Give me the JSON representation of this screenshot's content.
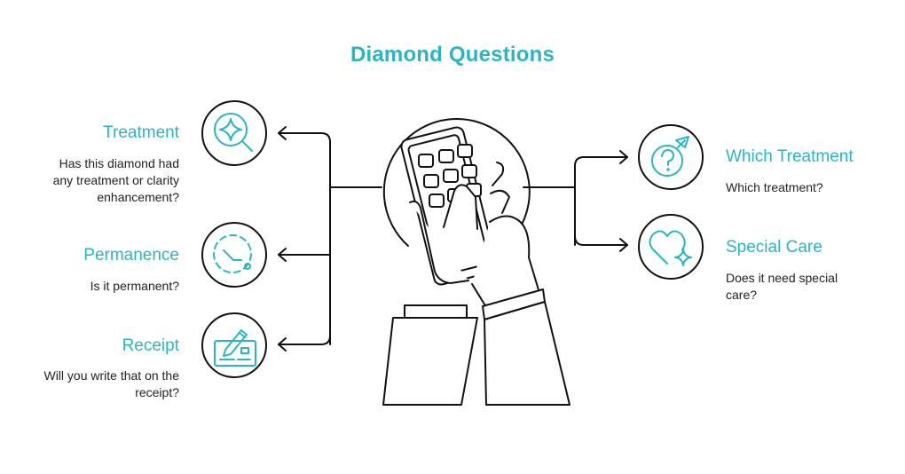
{
  "title": "Diamond Questions",
  "accent_color": "#2bb5c3",
  "text_color": "#222222",
  "line_color": "#111111",
  "left_items": [
    {
      "heading": "Treatment",
      "description": "Has this diamond had any treatment or clarity enhancement?",
      "icon": "diamond-magnifier-icon"
    },
    {
      "heading": "Permanence",
      "description": "Is it permanent?",
      "icon": "dashed-clock-icon"
    },
    {
      "heading": "Receipt",
      "description": "Will you write that on the receipt?",
      "icon": "pen-on-card-icon"
    }
  ],
  "right_items": [
    {
      "heading": "Which Treatment",
      "description": "Which treatment?",
      "icon": "question-ring-icon"
    },
    {
      "heading": "Special Care",
      "description": "Does it need special care?",
      "icon": "heart-sparkle-icon"
    }
  ],
  "center_icon": "hands-calculator-icon"
}
